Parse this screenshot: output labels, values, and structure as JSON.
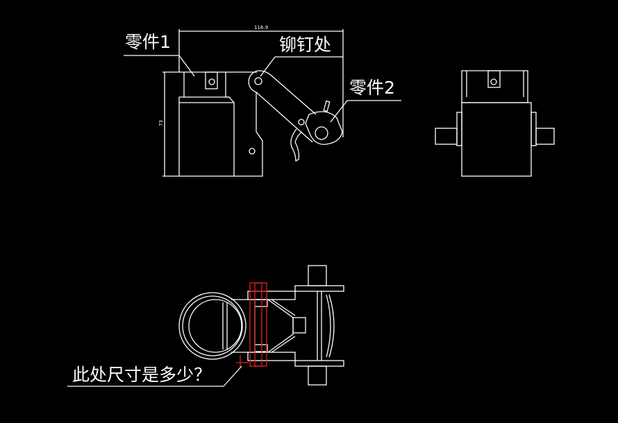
{
  "labels": {
    "part1": "零件1",
    "rivet": "铆钉处",
    "part2": "零件2",
    "question": "此处尺寸是多少？"
  },
  "dimensions": {
    "width": "116.9",
    "height": "73"
  },
  "colors": {
    "background": "#000000",
    "lines": "#ffffff",
    "highlight": "#e02020"
  }
}
